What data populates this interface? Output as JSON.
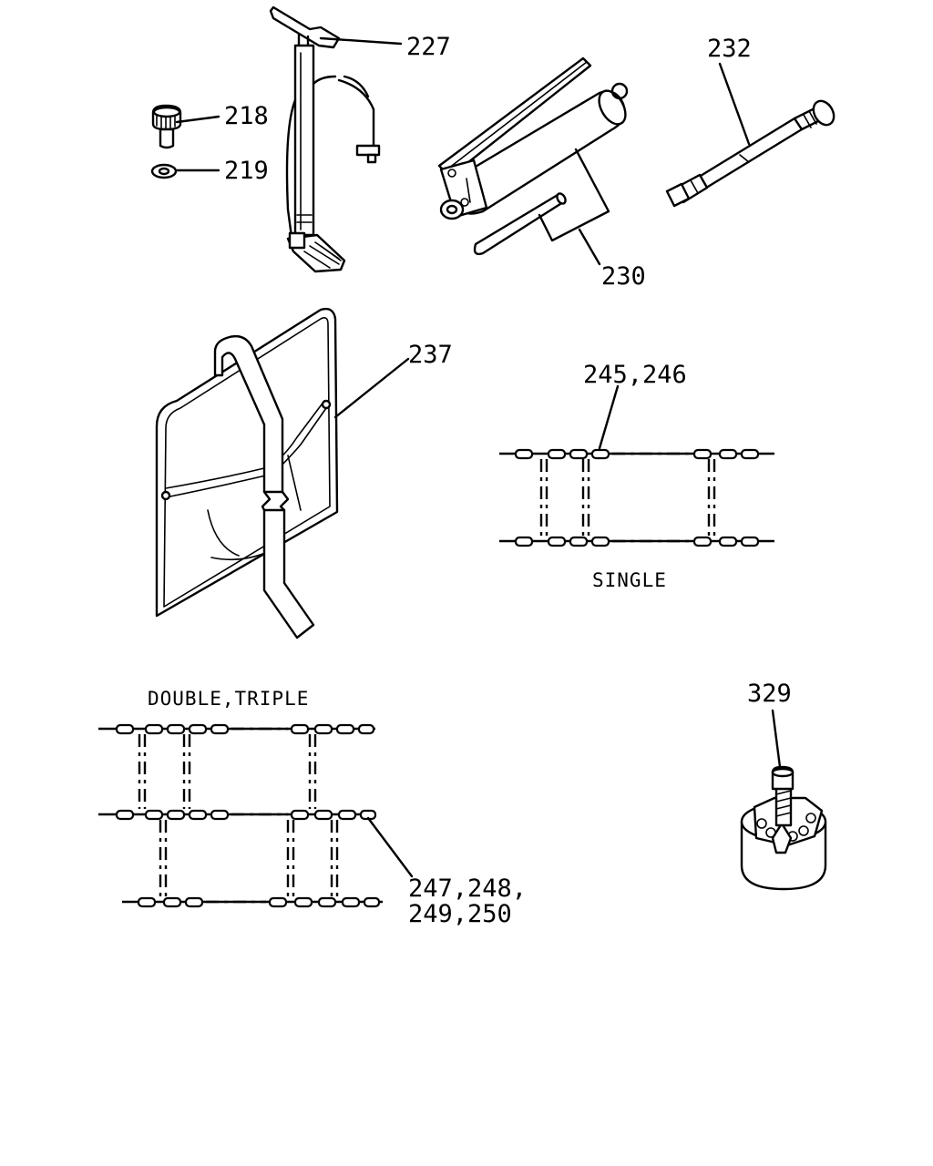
{
  "callouts": [
    {
      "id": "227",
      "text": "227"
    },
    {
      "id": "218",
      "text": "218"
    },
    {
      "id": "219",
      "text": "219"
    },
    {
      "id": "232",
      "text": "232"
    },
    {
      "id": "230",
      "text": "230"
    },
    {
      "id": "237",
      "text": "237"
    },
    {
      "id": "245_246",
      "text": "245,246"
    },
    {
      "id": "329",
      "text": "329"
    },
    {
      "id": "247_250_a",
      "text": "247,248,"
    },
    {
      "id": "247_250_b",
      "text": "249,250"
    }
  ],
  "captions": {
    "single": "SINGLE",
    "double_triple": "DOUBLE,TRIPLE"
  }
}
